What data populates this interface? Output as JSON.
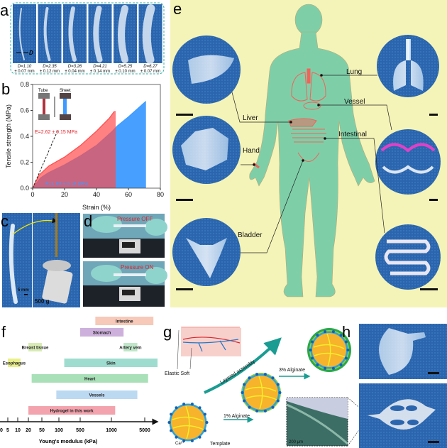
{
  "panel_labels": {
    "a": "a",
    "b": "b",
    "c": "c",
    "d": "d",
    "e": "e",
    "f": "f",
    "g": "g",
    "h": "h"
  },
  "panel_a": {
    "samples": [
      {
        "diameter": "D=1.10",
        "error": "± 0.07 mm"
      },
      {
        "diameter": "D=2.35",
        "error": "± 0.12 mm"
      },
      {
        "diameter": "D=3.26",
        "error": "± 0.04 mm"
      },
      {
        "diameter": "D=4.21",
        "error": "± 0.14 mm"
      },
      {
        "diameter": "D=5.25",
        "error": "± 0.10 mm"
      },
      {
        "diameter": "D=6.27",
        "error": "± 0.07 mm"
      }
    ],
    "diameter_marker": "D"
  },
  "panel_c": {
    "scale": "5 mm",
    "weight": "500 g"
  },
  "panel_d": {
    "off": "Pressure OFF",
    "on": "Pressure ON"
  },
  "panel_e": {
    "organs": {
      "lung": "Lung",
      "vessel": "Vessel",
      "liver": "Liver",
      "intestinal": "Intestinal",
      "hand": "Hand",
      "bladder": "Bladder"
    }
  },
  "panel_g": {
    "elastic_soft": "Elastic Soft",
    "layered": "Layered assembly",
    "alg3": "3% Alginate",
    "alg1": "1% Alginate",
    "ca": "Ca²⁺",
    "template": "Template",
    "scale": "200 μm"
  },
  "colors": {
    "tube": "#ff4b4b",
    "sheet": "#3d9bff",
    "body": "#7ecfa8",
    "bg_e": "#f5f4b8",
    "organ": "#f0635a"
  },
  "chart_data": [
    {
      "type": "area",
      "panel": "b",
      "xlabel": "Strain (%)",
      "ylabel": "Tensile strength (MPa)",
      "xlim": [
        0,
        80
      ],
      "ylim": [
        0,
        0.8
      ],
      "xticks": [
        "0",
        "20",
        "40",
        "60",
        "80"
      ],
      "yticks": [
        "0.0",
        "0.2",
        "0.4",
        "0.6",
        "0.8"
      ],
      "legend_inset": [
        "Tube",
        "Sheet"
      ],
      "annotations": [
        "E=2.62 ± 0.15 MPa",
        "E=1.69 ± 0.18 MPa"
      ],
      "series": [
        {
          "name": "Sheet",
          "color": "#3d9bff",
          "x": [
            0,
            5,
            10,
            20,
            30,
            40,
            50,
            53,
            60,
            70,
            71
          ],
          "y": [
            0,
            0.08,
            0.12,
            0.18,
            0.25,
            0.33,
            0.44,
            0.48,
            0.55,
            0.66,
            0.67
          ]
        },
        {
          "name": "Tube",
          "color": "#ff4b4b",
          "x": [
            0,
            2,
            4,
            10,
            20,
            30,
            40,
            48,
            51,
            52
          ],
          "y": [
            0,
            0.05,
            0.1,
            0.17,
            0.24,
            0.33,
            0.44,
            0.54,
            0.59,
            0.59
          ]
        }
      ]
    },
    {
      "type": "range-bar",
      "panel": "f",
      "xlabel": "Young's modulus (kPa)",
      "xticks": [
        "0",
        "5",
        "10",
        "20",
        "50",
        "100",
        "500",
        "1000",
        "5000"
      ],
      "categories": [
        {
          "name": "Intestine",
          "range": [
            700,
            8000
          ],
          "color": "#f6c9b8"
        },
        {
          "name": "Stomach",
          "range": [
            500,
            1800
          ],
          "color": "#cdb1dc"
        },
        {
          "name": "Breast tissue",
          "range": [
            20,
            50
          ],
          "color": "#d8ebb5"
        },
        {
          "name": "Artery vein",
          "range": [
            1800,
            3500
          ],
          "color": "#bfe6c8"
        },
        {
          "name": "Esophagus",
          "range": [
            5,
            12
          ],
          "color": "#e9ef8a"
        },
        {
          "name": "Skin",
          "range": [
            150,
            10000
          ],
          "color": "#9edccf"
        },
        {
          "name": "Heart",
          "range": [
            25,
            6000
          ],
          "color": "#a9e0b8"
        },
        {
          "name": "Vessels",
          "range": [
            90,
            3500
          ],
          "color": "#bcd9f2"
        },
        {
          "name": "Hydrogel in this work",
          "range": [
            20,
            1200
          ],
          "color": "#f3a3ad"
        }
      ]
    }
  ]
}
